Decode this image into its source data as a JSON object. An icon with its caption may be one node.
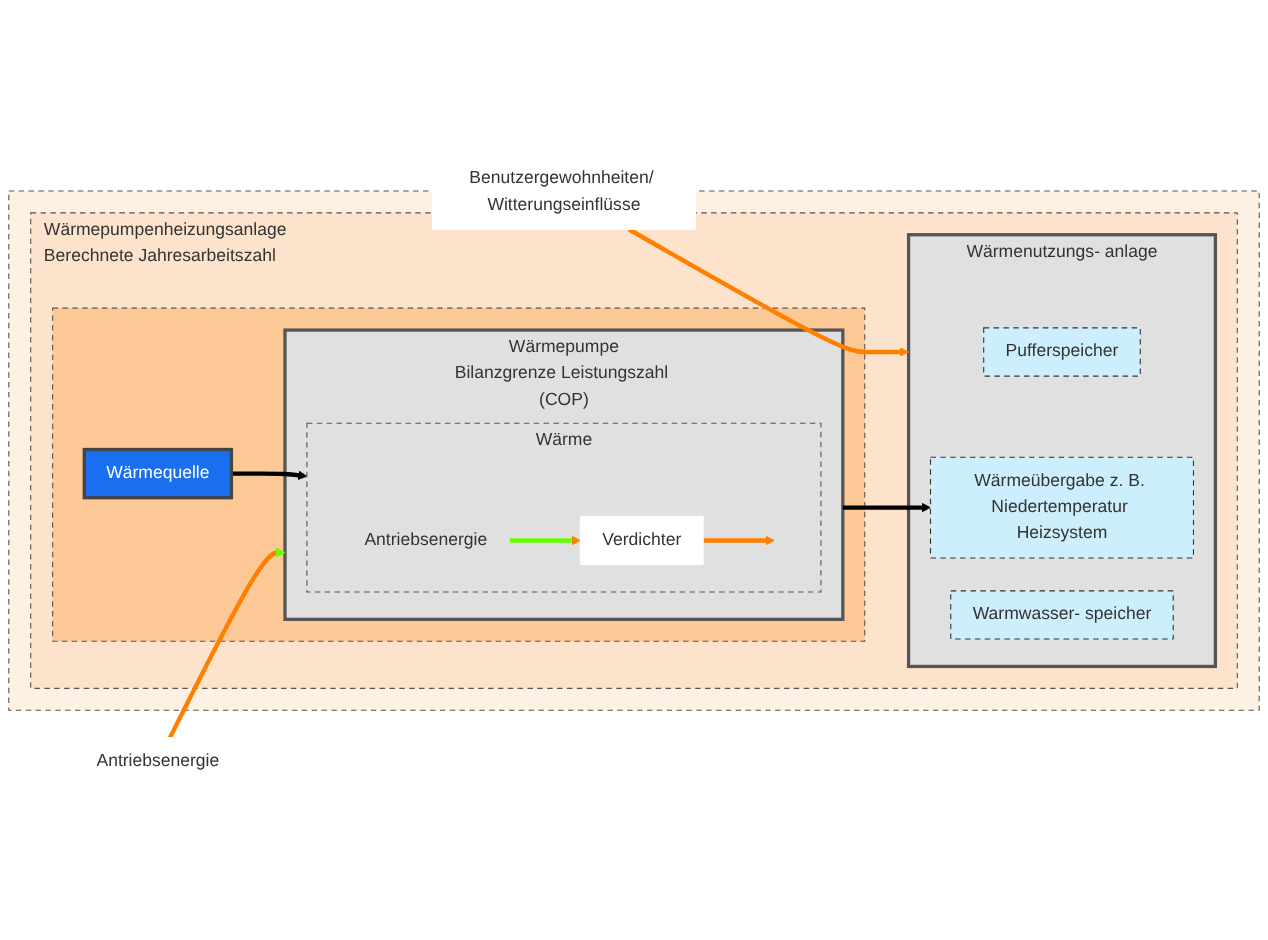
{
  "diagram": {
    "nodes": [
      {
        "text": [],
        "shape": "box"
      },
      {
        "text": [
          "Wärmepumpenheizungsanlage",
          "Berechnete Jahresarbeitszahl"
        ],
        "in": 0
      },
      {
        "text": [],
        "shape": "box",
        "in": 1
      },
      {
        "text": [
          "Wärmequelle"
        ],
        "in": 2
      },
      {
        "text": [
          "Wärmepumpe",
          "Bilanzgrenze Leistungszahl (COP)"
        ],
        "in": 2
      },
      {
        "text": [
          "Wärme"
        ],
        "in": 4
      },
      {
        "text": [
          "Verdichter"
        ],
        "in": 5
      },
      {
        "text": [
          "Antriebsenergie"
        ],
        "in": 5
      },
      {
        "text": [
          "Wärmenutzungs- anlage"
        ],
        "in": 1
      },
      {
        "text": [
          "Pufferspeicher"
        ],
        "in": 8
      },
      {
        "text": [
          "Wärmeübergabe z. B. Niedertemperatur Heizsystem"
        ],
        "in": 8
      },
      {
        "text": [
          "Warmwasser- speicher"
        ],
        "in": 8
      },
      {
        "text": [
          "Antriebsenergie"
        ]
      },
      {
        "text": [
          "Benutzergewohnheiten/ Witterungseinflüsse"
        ]
      }
    ],
    "edges": [
      {
        "from": 3,
        "to": 5,
        "arrow": "to",
        "color": "#000000"
      },
      {
        "from": 4,
        "to": 10,
        "arrow": "to",
        "color": "#000000"
      },
      {
        "from": 7,
        "to": 6,
        "arrow": "to",
        "color": "#66ff00"
      },
      {
        "from": 6,
        "to": null,
        "arrow": "to",
        "color": "#ff8000"
      },
      {
        "from": 12,
        "to": 4,
        "arrow": "to",
        "color": "#ff8000"
      },
      {
        "from": 13,
        "to": 8,
        "arrow": "to",
        "color": "#ff8000"
      }
    ]
  }
}
